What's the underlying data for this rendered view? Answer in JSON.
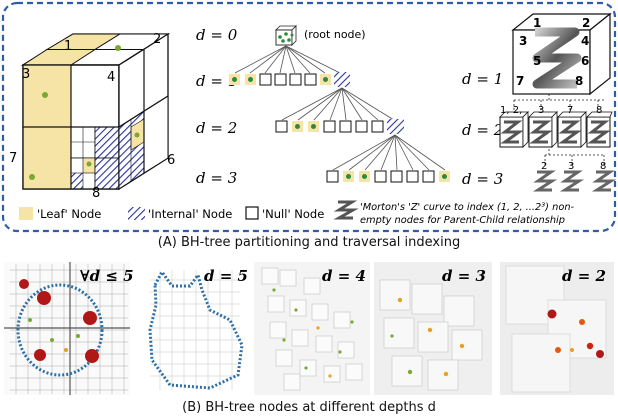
{
  "panel_a": {
    "cube_labels": [
      "1",
      "2",
      "3",
      "4",
      "6",
      "7",
      "8"
    ],
    "depth_labels": [
      "d = 0",
      "d = 1",
      "d = 2",
      "d = 3"
    ],
    "root_label": "(root node)",
    "right_depth_labels": [
      "d = 1",
      "d = 2",
      "d = 3"
    ],
    "morton_cube_labels": [
      "1",
      "2",
      "3",
      "4",
      "5",
      "6",
      "7",
      "8"
    ],
    "morton_child_labels_d2": [
      "1, 2,",
      "3",
      "7",
      "8"
    ],
    "morton_child_labels_d3": [
      "2",
      "3",
      "8"
    ],
    "legend": {
      "leaf": "'Leaf' Node",
      "internal": "'Internal' Node",
      "null": "'Null' Node",
      "morton_line1": "'Morton's 'Z' curve to index (1, 2, ...2³) non-",
      "morton_line2": "empty nodes for Parent-Child relationship"
    },
    "caption": "(A) BH-tree partitioning and traversal indexing"
  },
  "panel_b": {
    "depth_labels": [
      "∀d ≤ 5",
      "d = 5",
      "d = 4",
      "d = 3",
      "d = 2"
    ],
    "caption": "(B) BH-tree nodes at different depths d"
  },
  "colors": {
    "leaf": "#f6e3a6",
    "internal": "#3137a0",
    "border": "#2d5ca8",
    "point": "#7aa832"
  }
}
